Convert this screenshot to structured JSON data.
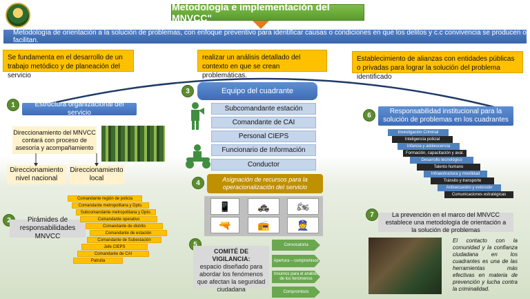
{
  "header": {
    "title": "Metodología e implementación del MNVCC\"",
    "banner": "Metodología de orientación a la solución de problemas, con enfoque preventivo para identificar causas o condiciones en que los delitos y c.c convivencia se producen o facilitan."
  },
  "top_boxes": {
    "left": "Se fundamenta en el desarrollo de un trabajo metódico y de planeación del servicio",
    "center": "realizar un análisis detallado del contexto en que se crean problemáticas.",
    "right": "Establecimiento de alianzas con entidades públicas o privadas para lograr la solución del problema identificado"
  },
  "section1": {
    "badge": "1",
    "title": "Estructura organizacional del servicio",
    "direccionamiento": "Direccionamiento del MNVCC contará con proceso de asesoría y acompañamiento",
    "nacional": "Direccionamiento nivel nacional",
    "local": "Direccionamiento local"
  },
  "section2": {
    "badge": "2",
    "title": "Pirámides de responsabilidades MNVCC",
    "levels": [
      "Comandante región de policía",
      "Comandante metropolitana y Dpto.",
      "Subcomandante metropolitana y Dpto.",
      "Comandante operativo",
      "Comandante de distrito",
      "Comandante de estación",
      "Comandante de Subestación",
      "Jefe CIEPS",
      "Comandante de CAI",
      "Patrulla"
    ]
  },
  "section3": {
    "badge": "3",
    "title": "Equipo del cuadrante",
    "members": [
      "Subcomandante estación",
      "Comandante de CAI",
      "Personal CIEPS",
      "Funcionario de Información",
      "Conductor"
    ]
  },
  "section4": {
    "badge": "4",
    "title": "Asignación de recursos para la operacionalización del servicio",
    "icons": [
      "phone-icon",
      "patrol-car-icon",
      "motorcycle-icon",
      "pistol-icon",
      "radio-icon",
      "officer-icon"
    ]
  },
  "section5": {
    "badge": "5",
    "title": "COMITÉ DE VIGILANCIA:",
    "text": "espacio diseñado para abordar los fenómenos que afectan la seguridad ciudadana",
    "steps": [
      "Convocatoria",
      "Apertura – compromisos",
      "Insumos para el análisis de los fenómenos",
      "Compromisos"
    ]
  },
  "section6": {
    "badge": "6",
    "title": "Responsabilidad institucional para la solución de problemas en los cuadrantes",
    "items": [
      "Investigación Criminal",
      "Inteligencia policial",
      "Infancia y adolescencia",
      "Formación, capacitación y aval.",
      "Desarrollo tecnológico",
      "Talento humano",
      "Infraestructura y movilidad",
      "Tránsito y transporte",
      "Antisecuestro y extorsión",
      "Comunicaciones estratégicas"
    ]
  },
  "section7": {
    "badge": "7",
    "title": "La prevención en el marco del MNVCC establece una metodología de orientación a la solución de problemas",
    "quote": "El contacto con la comunidad y la confianza ciudadana en los cuadrantes es una de las herramientas más efectivas en materia de prevención y lucha contra la criminalidad."
  },
  "colors": {
    "accent_green": "#5c8c2e",
    "accent_blue": "#3e6cb5",
    "accent_yellow": "#ffc000",
    "arrow_orange": "#e87722"
  }
}
